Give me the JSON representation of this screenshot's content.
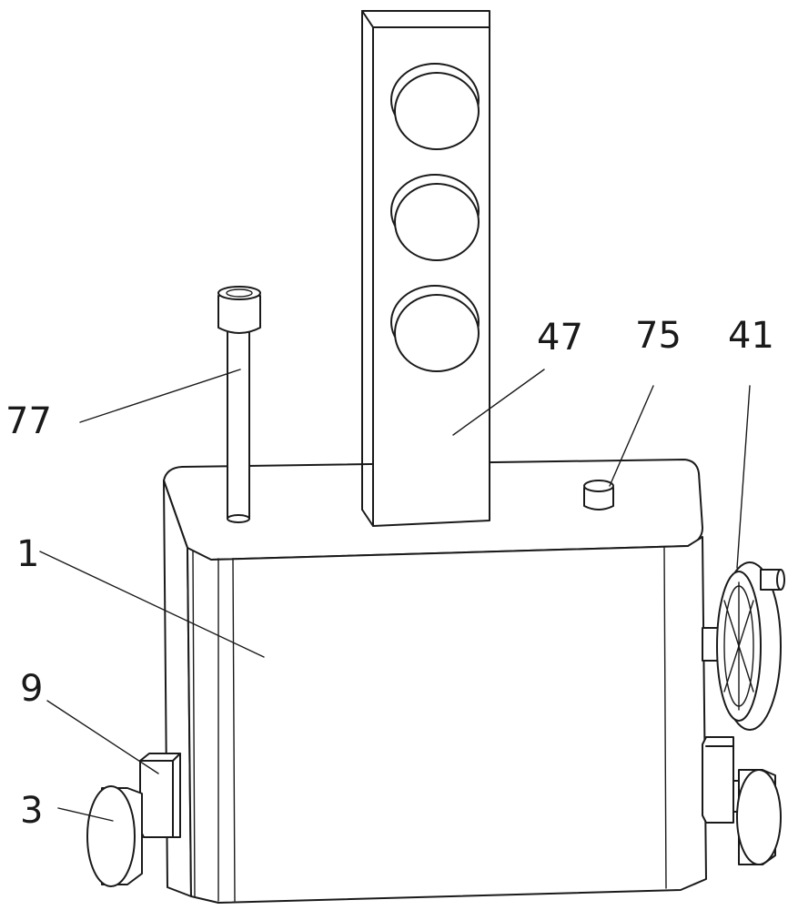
{
  "labels": {
    "l77": "77",
    "l1": "1",
    "l9": "9",
    "l3": "3",
    "l47": "47",
    "l75": "75",
    "l41": "41"
  },
  "colors": {
    "line": "#1a1a1a",
    "background": "#ffffff"
  }
}
